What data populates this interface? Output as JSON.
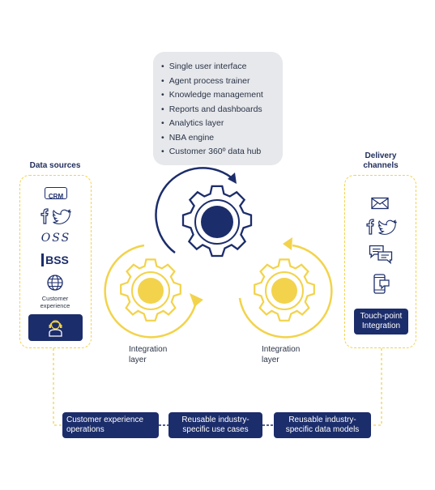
{
  "features": {
    "items": [
      "Single user interface",
      "Agent process trainer",
      "Knowledge management",
      "Reports and dashboards",
      "Analytics layer",
      "NBA engine",
      "Customer 360º data hub"
    ]
  },
  "data_sources": {
    "title": "Data sources",
    "crm_label": "CRM",
    "oss_label": "OSS",
    "bss_label": "BSS",
    "customer_experience_label": "Customer experience"
  },
  "delivery_channels": {
    "title": "Delivery channels",
    "touchpoint_label": "Touch-point Integration"
  },
  "gears": {
    "left_caption": "Integration layer",
    "right_caption": "Integration layer"
  },
  "bottom": {
    "box1": "Customer experience operations",
    "box2": "Reusable industry-specific use cases",
    "box3": "Reusable industry-specific data models"
  },
  "colors": {
    "navy": "#1c2d6b",
    "yellow": "#f2d34b",
    "card_grey": "#e6e8ec"
  }
}
